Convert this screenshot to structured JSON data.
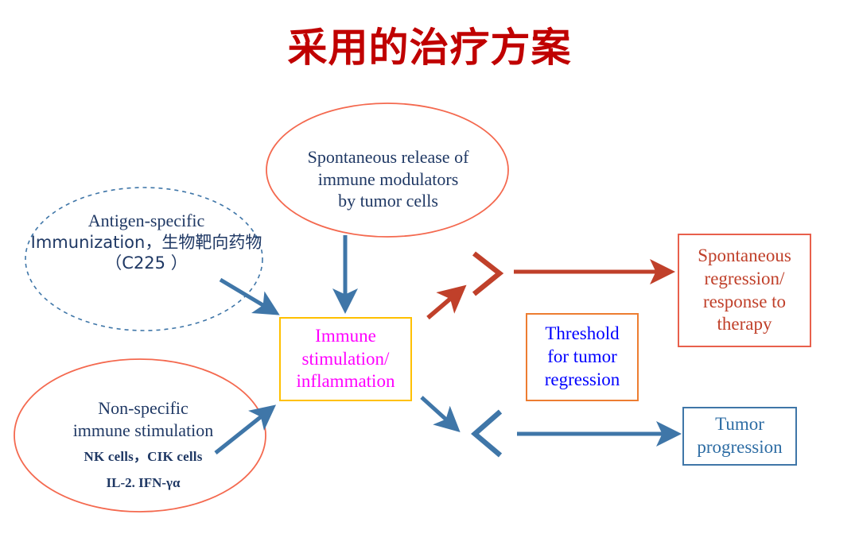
{
  "slide": {
    "title": "采用的治疗方案",
    "title_color": "#c00000",
    "background": "#ffffff"
  },
  "colors": {
    "navy_text": "#1f3864",
    "red_ellipse": "#f4694f",
    "dashed_blue_ellipse": "#3f76a8",
    "steel_blue_arrow": "#3f76a8",
    "brick_red_arrow": "#c0402a",
    "yellow_border": "#ffc000",
    "orange_border": "#ed7d31",
    "magenta_text": "#ff00ff",
    "blue_text": "#0000ff"
  },
  "nodes": {
    "top_ellipse": {
      "shape": "ellipse",
      "stroke": "#f4694f",
      "line1": "Spontaneous release of",
      "line2": "immune modulators",
      "line3": "by tumor cells"
    },
    "left_ellipse": {
      "shape": "ellipse-dashed",
      "stroke": "#3f76a8",
      "line1": "Antigen-specific",
      "line2": "Immunization，生物靶向药物",
      "line3": "（C225 ）"
    },
    "bottom_left_ellipse": {
      "shape": "ellipse",
      "stroke": "#f4694f",
      "line1": "Non-specific",
      "line2": "immune stimulation",
      "line3": "NK cells，CIK cells",
      "line4": "IL-2. IFN-γα"
    },
    "immune_box": {
      "shape": "rect",
      "line1": "Immune",
      "line2": "stimulation/",
      "line3": "inflammation"
    },
    "threshold_box": {
      "shape": "rect",
      "line1": "Threshold",
      "line2": "for tumor",
      "line3": "regression"
    },
    "spontaneous_regression_box": {
      "shape": "rect",
      "line1": "Spontaneous",
      "line2": "regression/",
      "line3": "response to",
      "line4": "therapy"
    },
    "tumor_progression_box": {
      "shape": "rect",
      "line1": "Tumor",
      "line2": "progression"
    }
  },
  "symbols": {
    "greater_than": ">",
    "less_than": "<"
  },
  "connectors": [
    {
      "name": "left-ellipse-to-immune-box",
      "color": "#3f76a8",
      "direction": "down-right"
    },
    {
      "name": "top-ellipse-to-immune-box",
      "color": "#3f76a8",
      "direction": "down"
    },
    {
      "name": "bottom-ellipse-to-immune-box",
      "color": "#3f76a8",
      "direction": "up-right"
    },
    {
      "name": "immune-box-to-greater-than",
      "color": "#c0402a",
      "direction": "up-right"
    },
    {
      "name": "greater-than-to-spontaneous-regression",
      "color": "#c0402a",
      "direction": "right"
    },
    {
      "name": "immune-box-to-less-than",
      "color": "#3f76a8",
      "direction": "down-right"
    },
    {
      "name": "less-than-to-tumor-progression",
      "color": "#3f76a8",
      "direction": "right"
    }
  ]
}
